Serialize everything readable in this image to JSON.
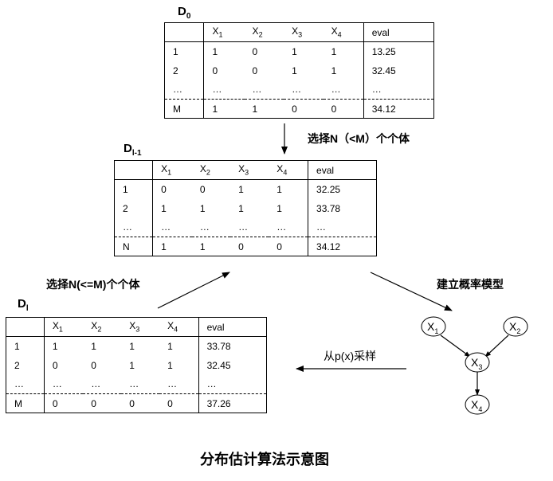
{
  "tables": {
    "d0": {
      "label_main": "D",
      "label_sub": "0",
      "headers": [
        "",
        "X",
        "X",
        "X",
        "X",
        "eval"
      ],
      "header_subs": [
        "",
        "1",
        "2",
        "3",
        "4",
        ""
      ],
      "rows": [
        [
          "1",
          "1",
          "0",
          "1",
          "1",
          "13.25"
        ],
        [
          "2",
          "0",
          "0",
          "1",
          "1",
          "32.45"
        ],
        [
          "…",
          "…",
          "…",
          "…",
          "…",
          "…"
        ],
        [
          "M",
          "1",
          "1",
          "0",
          "0",
          "34.12"
        ]
      ]
    },
    "dl1": {
      "label_main": "D",
      "label_sub": "l-1",
      "headers": [
        "",
        "X",
        "X",
        "X",
        "X",
        "eval"
      ],
      "header_subs": [
        "",
        "1",
        "2",
        "3",
        "4",
        ""
      ],
      "rows": [
        [
          "1",
          "0",
          "0",
          "1",
          "1",
          "32.25"
        ],
        [
          "2",
          "1",
          "1",
          "1",
          "1",
          "33.78"
        ],
        [
          "…",
          "…",
          "…",
          "…",
          "…",
          "…"
        ],
        [
          "N",
          "1",
          "1",
          "0",
          "0",
          "34.12"
        ]
      ]
    },
    "dl": {
      "label_main": "D",
      "label_sub": "l",
      "headers": [
        "",
        "X",
        "X",
        "X",
        "X",
        "eval"
      ],
      "header_subs": [
        "",
        "1",
        "2",
        "3",
        "4",
        ""
      ],
      "rows": [
        [
          "1",
          "1",
          "1",
          "1",
          "1",
          "33.78"
        ],
        [
          "2",
          "0",
          "0",
          "1",
          "1",
          "32.45"
        ],
        [
          "…",
          "…",
          "…",
          "…",
          "…",
          "…"
        ],
        [
          "M",
          "0",
          "0",
          "0",
          "0",
          "37.26"
        ]
      ]
    }
  },
  "captions": {
    "select_n_lt_m": "选择N（<M）个个体",
    "select_n_le_m": "选择N(<=M)个个体",
    "build_model": "建立概率模型",
    "sample_px": "从p(x)采样"
  },
  "network": {
    "nodes": [
      {
        "id": "x1",
        "main": "X",
        "sub": "1"
      },
      {
        "id": "x2",
        "main": "X",
        "sub": "2"
      },
      {
        "id": "x3",
        "main": "X",
        "sub": "3"
      },
      {
        "id": "x4",
        "main": "X",
        "sub": "4"
      }
    ],
    "edges": [
      [
        "x1",
        "x3"
      ],
      [
        "x2",
        "x3"
      ],
      [
        "x3",
        "x4"
      ]
    ]
  },
  "figure_title": "分布估计算法示意图"
}
